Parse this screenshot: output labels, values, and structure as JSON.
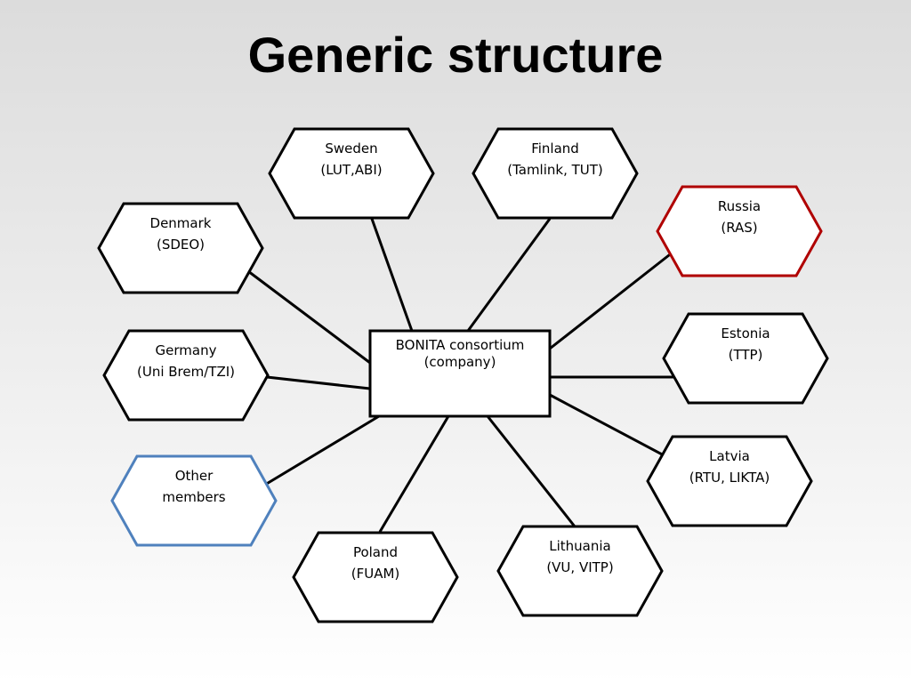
{
  "title": "Generic structure",
  "colors": {
    "default_border": "#000000",
    "highlight_red": "#b00000",
    "highlight_blue": "#4f81bd",
    "fill": "#ffffff"
  },
  "center": {
    "line1": "BONITA consortium",
    "line2": "(company)"
  },
  "nodes": [
    {
      "id": "sweden",
      "line1": "Sweden",
      "line2": "(LUT,ABI)",
      "border": "default_border"
    },
    {
      "id": "finland",
      "line1": "Finland",
      "line2": "(Tamlink, TUT)",
      "border": "default_border"
    },
    {
      "id": "russia",
      "line1": "Russia",
      "line2": "(RAS)",
      "border": "highlight_red"
    },
    {
      "id": "denmark",
      "line1": "Denmark",
      "line2": "(SDEO)",
      "border": "default_border"
    },
    {
      "id": "estonia",
      "line1": "Estonia",
      "line2": "(TTP)",
      "border": "default_border"
    },
    {
      "id": "germany",
      "line1": "Germany",
      "line2": "(Uni Brem/TZI)",
      "border": "default_border"
    },
    {
      "id": "latvia",
      "line1": "Latvia",
      "line2": "(RTU, LIKTA)",
      "border": "default_border"
    },
    {
      "id": "other",
      "line1": "Other",
      "line2": "members",
      "border": "highlight_blue"
    },
    {
      "id": "poland",
      "line1": "Poland",
      "line2": "(FUAM)",
      "border": "default_border"
    },
    {
      "id": "lithuania",
      "line1": "Lithuania",
      "line2": "(VU, VITP)",
      "border": "default_border"
    }
  ]
}
